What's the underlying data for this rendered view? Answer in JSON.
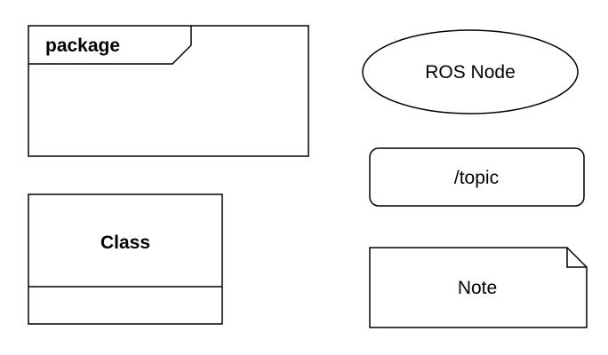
{
  "legend": {
    "package": {
      "label": "package"
    },
    "ros_node": {
      "label": "ROS Node"
    },
    "topic": {
      "label": "/topic"
    },
    "class": {
      "label": "Class"
    },
    "note": {
      "label": "Note"
    }
  },
  "colors": {
    "stroke": "#000000",
    "fill": "#ffffff",
    "background": "#ffffff"
  }
}
